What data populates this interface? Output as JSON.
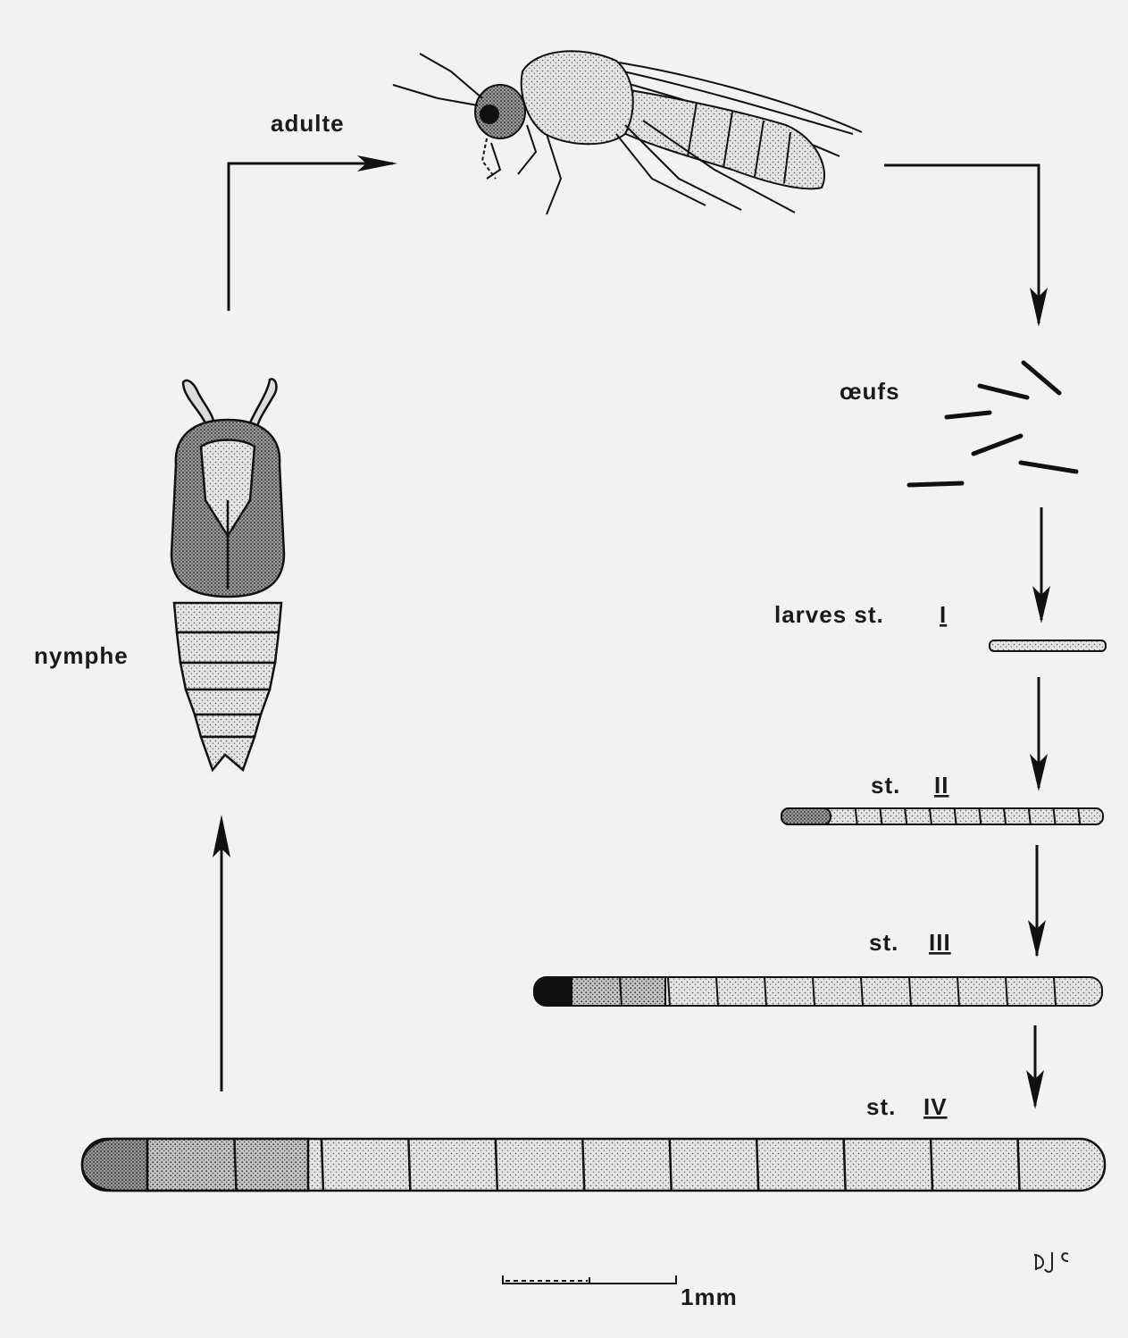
{
  "labels": {
    "adult": "adulte",
    "eggs": "œufs",
    "larva_1_prefix": "larves st.",
    "larva_1_stage": "I",
    "larva_2_prefix": "st.",
    "larva_2_stage": "II",
    "larva_3_prefix": "st.",
    "larva_3_stage": "III",
    "larva_4_prefix": "st.",
    "larva_4_stage": "IV",
    "pupa": "nymphe",
    "scale": "1mm",
    "signature": "DJC"
  },
  "colors": {
    "background": "#f2f2f2",
    "ink": "#111111",
    "stipple_light": "#dcdcdc",
    "stipple_dark": "#8a8a8a"
  }
}
